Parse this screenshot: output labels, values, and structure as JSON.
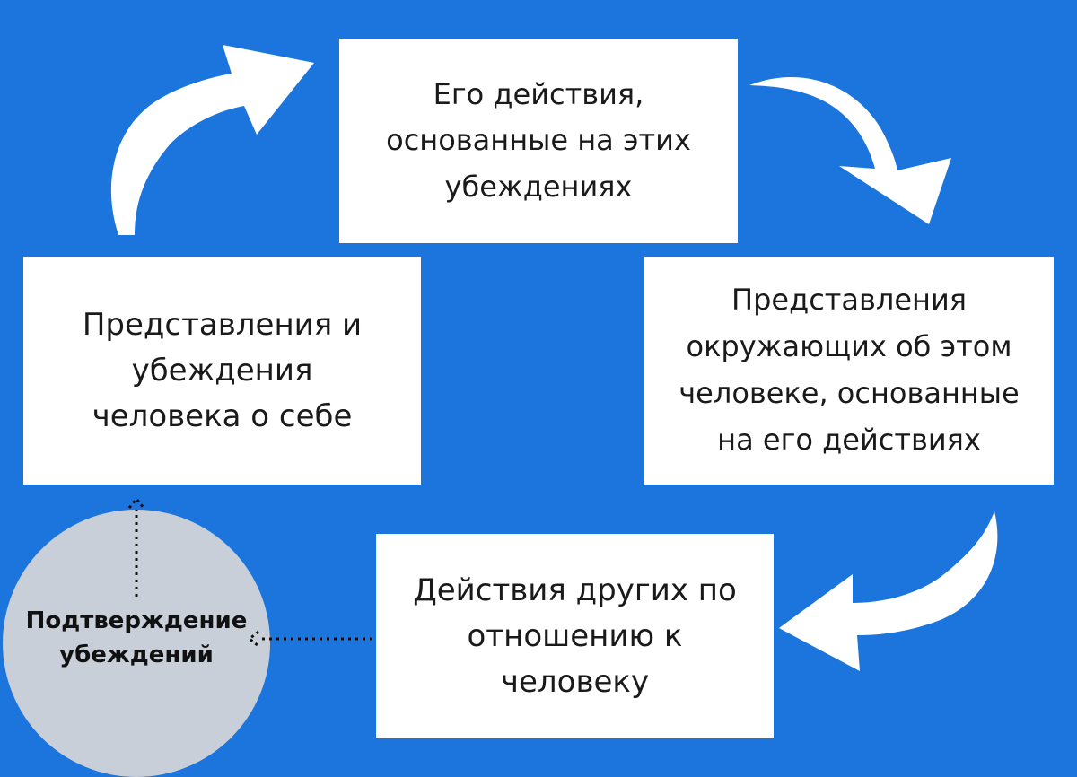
{
  "colors": {
    "background": "#1b75dc",
    "box": "#ffffff",
    "circle": "#c9cfd9",
    "arrow": "#ffffff",
    "dotted": "#111111"
  },
  "boxes": {
    "top": {
      "lines": [
        "Его действия,",
        "основанные на этих",
        "убеждениях"
      ]
    },
    "left": {
      "lines": [
        "Представления и",
        "убеждения",
        "человека о себе"
      ]
    },
    "right": {
      "lines": [
        "Представления",
        "окружающих об этом",
        "человеке, основанные",
        "на его действиях"
      ]
    },
    "bottom": {
      "lines": [
        "Действия других по",
        "отношению к",
        "человеку"
      ]
    }
  },
  "circle": {
    "lines": [
      "Подтверждение",
      "убеждений"
    ]
  },
  "icons": {
    "cycle_arrow": "curved-arrow-icon",
    "dotted_arrow": "dotted-arrow-icon"
  }
}
